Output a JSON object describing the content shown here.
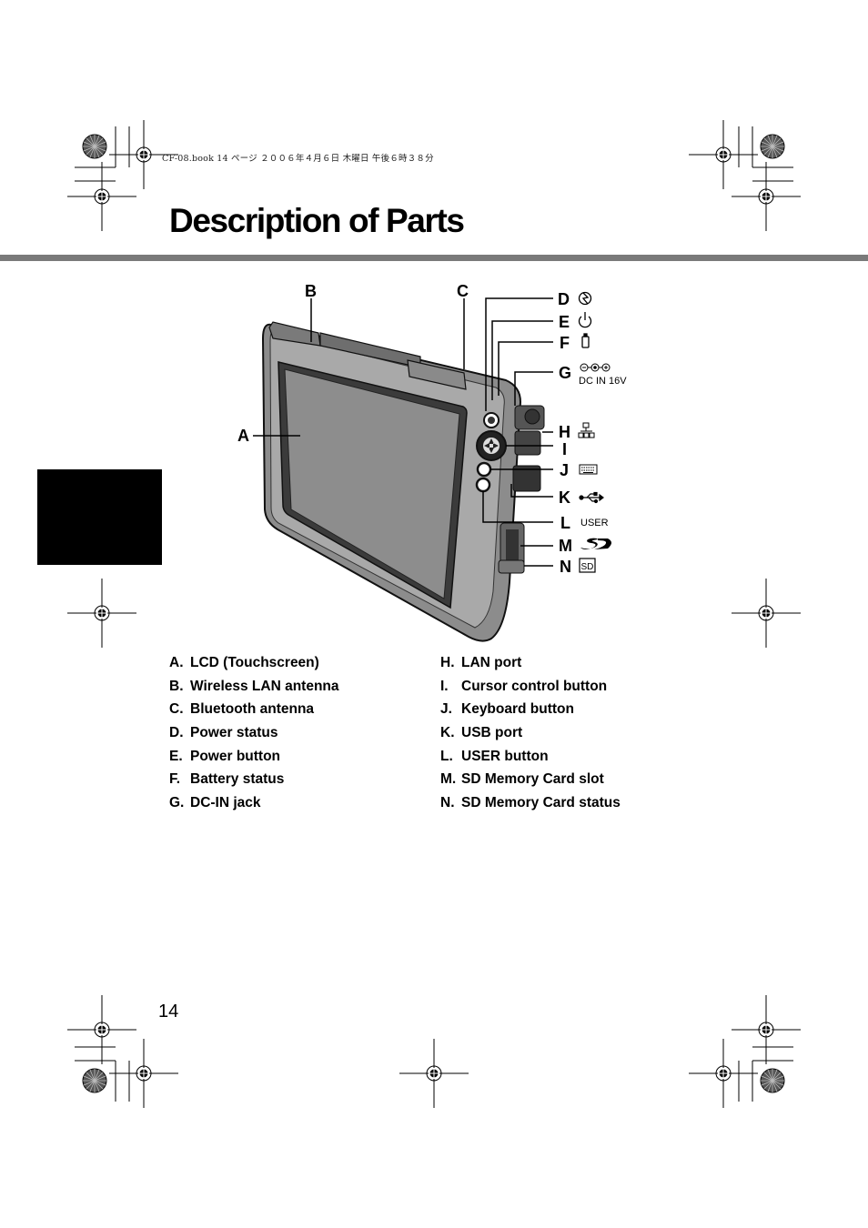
{
  "header_note": "CF-08.book  14 ページ  ２００６年４月６日  木曜日  午後６時３８分",
  "page_title": "Description of Parts",
  "page_number": "14",
  "diagram": {
    "callouts": {
      "a": "A",
      "b": "B",
      "c": "C",
      "d": "D",
      "e": "E",
      "f": "F",
      "g": "G",
      "h": "H",
      "i": "I",
      "j": "J",
      "k": "K",
      "l": "L",
      "m": "M",
      "n": "N"
    },
    "dc_in_label": "DC IN 16V",
    "user_label": "USER",
    "sd_box_label": "SD",
    "icons": {
      "d": "power-status-icon",
      "e": "power-button-icon",
      "f": "battery-icon",
      "g": "dc-polarity-icon",
      "h": "lan-icon",
      "j": "keyboard-icon",
      "k": "usb-icon",
      "m": "sd-logo-icon",
      "n": "sd-status-icon"
    }
  },
  "parts_left": [
    {
      "letter": "A.",
      "label": "LCD (Touchscreen)"
    },
    {
      "letter": "B.",
      "label": "Wireless LAN antenna"
    },
    {
      "letter": "C.",
      "label": "Bluetooth antenna"
    },
    {
      "letter": "D.",
      "label": "Power status"
    },
    {
      "letter": "E.",
      "label": "Power button"
    },
    {
      "letter": "F.",
      "label": "Battery status"
    },
    {
      "letter": "G.",
      "label": "DC-IN jack"
    }
  ],
  "parts_right": [
    {
      "letter": "H.",
      "label": "LAN port"
    },
    {
      "letter": "I.",
      "label": "Cursor control button"
    },
    {
      "letter": "J.",
      "label": "Keyboard button"
    },
    {
      "letter": "K.",
      "label": "USB port"
    },
    {
      "letter": "L.",
      "label": "USER button"
    },
    {
      "letter": "M.",
      "label": "SD Memory Card slot"
    },
    {
      "letter": "N.",
      "label": "SD Memory Card status"
    }
  ]
}
